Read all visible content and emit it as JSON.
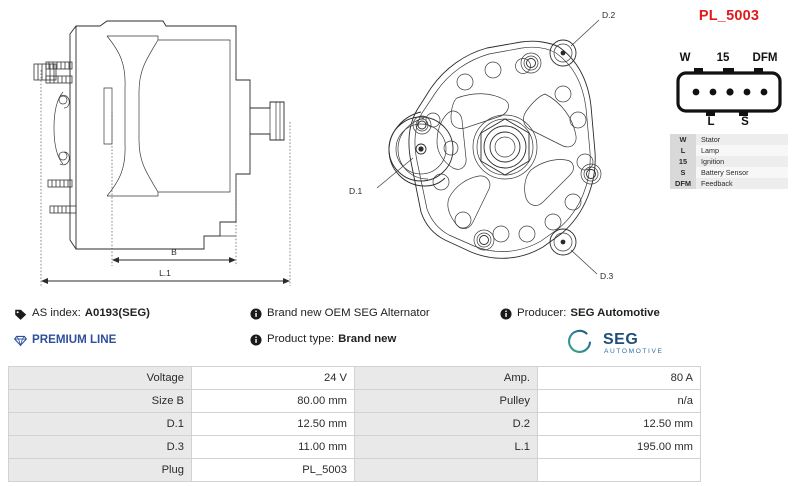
{
  "plug": {
    "title": "PL_5003",
    "top_labels": [
      "W",
      "15",
      "DFM"
    ],
    "bottom_labels": [
      "L",
      "S"
    ],
    "pin_count": 5,
    "legend": [
      {
        "code": "W",
        "desc": "Stator"
      },
      {
        "code": "L",
        "desc": "Lamp"
      },
      {
        "code": "15",
        "desc": "Ignition"
      },
      {
        "code": "S",
        "desc": "Battery Sensor"
      },
      {
        "code": "DFM",
        "desc": "Feedback"
      }
    ]
  },
  "drawing": {
    "side_view_dims": [
      "B",
      "L.1"
    ],
    "front_view_callouts": [
      "D.2",
      "D.1",
      "D.3"
    ]
  },
  "info": {
    "as_index_label": "AS index:",
    "as_index_value": "A0193(SEG)",
    "premium_line": "PREMIUM LINE",
    "brand_note": "Brand new OEM SEG Alternator",
    "product_type_label": "Product type:",
    "product_type_value": "Brand new",
    "producer_label": "Producer:",
    "producer_value": "SEG Automotive",
    "logo_text": "SEG",
    "logo_subtext": "AUTOMOTIVE",
    "icons": {
      "as_index": "tag-icon",
      "premium": "diamond-icon",
      "info": "info-icon"
    }
  },
  "colors": {
    "plug_title": "#e01b1b",
    "premium": "#2f4f9e",
    "logo_blue": "#1f4e79",
    "logo_green": "#3aa88a",
    "table_label_bg": "#e9e9e9"
  },
  "spec_table": {
    "rows": [
      {
        "l_label": "Voltage",
        "l_value": "24 V",
        "r_label": "Amp.",
        "r_value": "80 A"
      },
      {
        "l_label": "Size B",
        "l_value": "80.00 mm",
        "r_label": "Pulley",
        "r_value": "n/a"
      },
      {
        "l_label": "D.1",
        "l_value": "12.50 mm",
        "r_label": "D.2",
        "r_value": "12.50 mm"
      },
      {
        "l_label": "D.3",
        "l_value": "11.00 mm",
        "r_label": "L.1",
        "r_value": "195.00 mm"
      },
      {
        "l_label": "Plug",
        "l_value": "PL_5003",
        "r_label": "",
        "r_value": ""
      }
    ]
  }
}
